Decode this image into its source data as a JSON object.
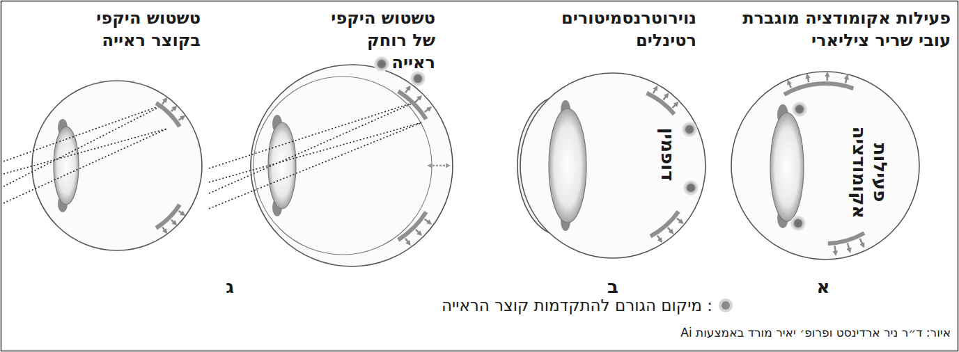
{
  "diagram": {
    "nodes": [
      {
        "text": [
          "פעילות אקומודציה מוגברת עובי שריר ציליארי",
          "פעילות אקומודציה"
        ]
      },
      {
        "text": [
          "נוירוטרנסמיטורים רטינלים",
          "דופמין"
        ]
      },
      {
        "text": [
          "טשטוש היקפי של רוחק ראייה"
        ]
      },
      {
        "text": [
          "טשטוש היקפי בקוצר ראייה"
        ]
      }
    ],
    "labels": [
      "א",
      "ב",
      "ג",
      "איור: ד״ר ניר ארדינסט ופרופ׳ יאיר מורד באמצעות Ai"
    ],
    "legend": [
      {
        "text": ": מיקום הגורם להתקדמות קוצר הראייה",
        "color": "#8a8a8a"
      }
    ]
  }
}
